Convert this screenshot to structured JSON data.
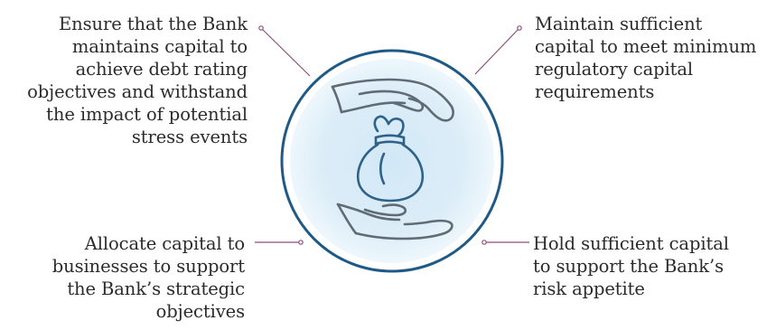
{
  "objectives": {
    "top_left": "Ensure that the Bank\nmaintains capital to\nachieve debt rating\nobjectives and withstand\nthe impact of potential\nstress events",
    "top_right": "Maintain sufficient\ncapital to meet minimum\nregulatory capital\nrequirements",
    "bottom_left": "Allocate capital to\nbusinesses to support\nthe Bank’s strategic\nobjectives",
    "bottom_right": "Hold sufficient capital\nto support the Bank’s\nrisk appetite"
  },
  "icon": "hands-holding-money-bag-icon",
  "colors": {
    "circle_ring": "#1f5a86",
    "circle_fill": "#d6ebf7",
    "circle_fill_edge": "#eaf5fb",
    "icon_stroke": "#5f6b75",
    "bag_stroke": "#2f628a",
    "connector": "#8a4f7d",
    "text": "#2b2b2b"
  }
}
